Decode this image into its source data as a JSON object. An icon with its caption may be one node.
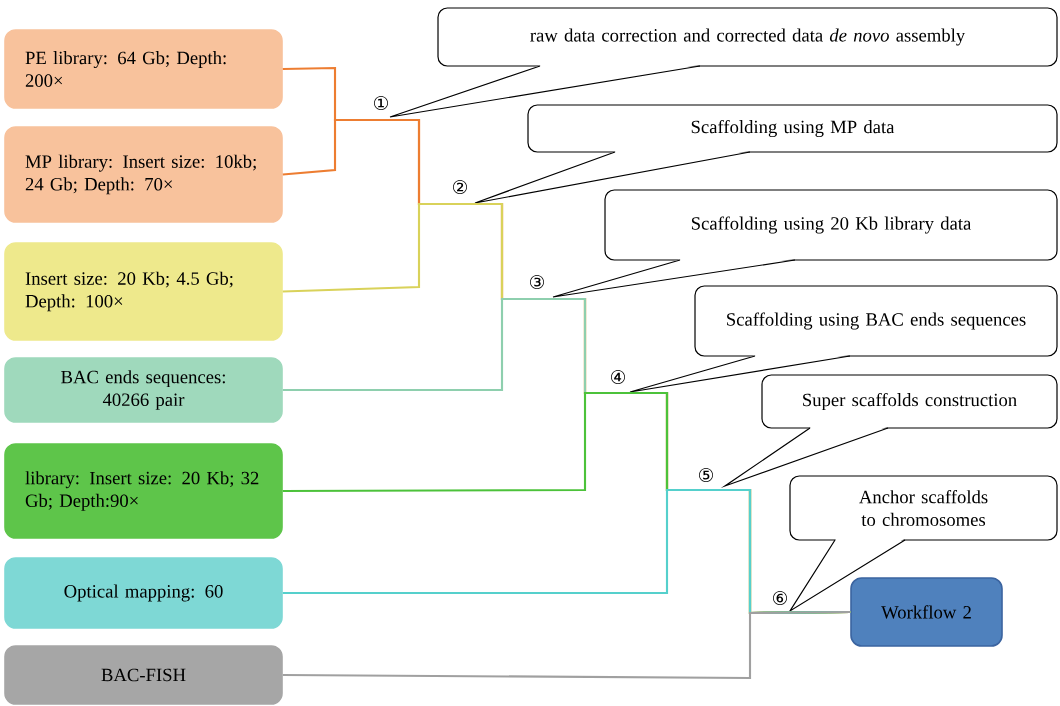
{
  "diagram": {
    "nodes": [
      {
        "text": [
          "PE library: 64 Gb; Depth: 200×"
        ]
      },
      {
        "text": [
          "MP library: Insert size: 10kb; 24 Gb; Depth: 70×"
        ]
      },
      {
        "text": [
          "Insert size: 20 Kb; 4.5 Gb; Depth: 100×"
        ]
      },
      {
        "text": [
          "BAC ends sequences: 40266 pair"
        ]
      },
      {
        "text": [
          "library: Insert size: 20 Kb; 32 Gb; Depth:90×"
        ]
      },
      {
        "text": [
          "Optical mapping: 60"
        ]
      },
      {
        "text": [
          "BAC-FISH"
        ]
      },
      {
        "text": [
          "Workflow 2"
        ]
      },
      {
        "text": [
          "raw data correction and corrected data *de novo* assembly"
        ]
      },
      {
        "text": [
          "Scaffolding using MP data"
        ]
      },
      {
        "text": [
          "Scaffolding using 20 Kb library data"
        ]
      },
      {
        "text": [
          "Scaffolding using BAC ends sequences"
        ]
      },
      {
        "text": [
          "Super scaffolds construction"
        ]
      },
      {
        "text": [
          "Anchor scaffolds to chromosomes"
        ]
      }
    ],
    "edges": [
      {
        "from": 0,
        "to": 7,
        "arrow": "none",
        "color": "#ed7d31"
      },
      {
        "from": 1,
        "to": 7,
        "arrow": "none",
        "color": "#ed7d31"
      },
      {
        "from": 2,
        "to": 7,
        "arrow": "none",
        "color": "#d9d25a"
      },
      {
        "from": 3,
        "to": 7,
        "arrow": "none",
        "color": "#8ecfae"
      },
      {
        "from": 4,
        "to": 7,
        "arrow": "none",
        "color": "#4cc23a"
      },
      {
        "from": 5,
        "to": 7,
        "arrow": "none",
        "color": "#55d0cc"
      },
      {
        "from": 6,
        "to": 7,
        "arrow": "none",
        "color": "#a0a0a0"
      }
    ],
    "labels": [
      "①",
      "②",
      "③",
      "④",
      "⑤",
      "⑥"
    ]
  }
}
